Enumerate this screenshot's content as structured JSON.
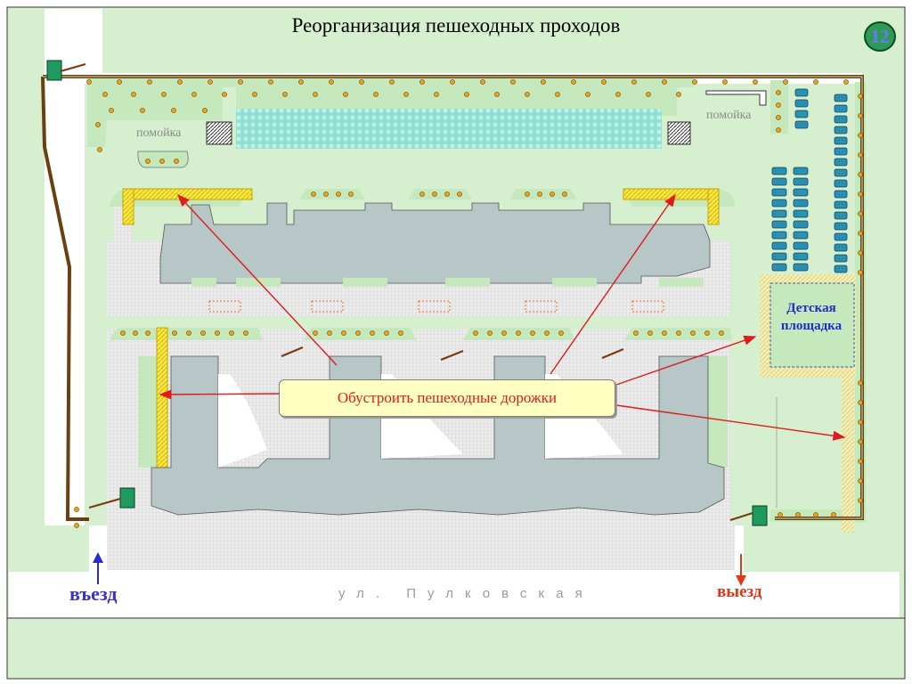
{
  "slide": {
    "title": "Реорганизация пешеходных проходов",
    "page_number": "12"
  },
  "labels": {
    "callout": "Обустроить пешеходные дорожки",
    "playground_line1": "Детская",
    "playground_line2": "площадка",
    "trash_left": "помойка",
    "trash_right": "помойка",
    "street": "ул. Пулковская",
    "entry": "въезд",
    "exit": "выезд"
  },
  "colors": {
    "lawn": "#d6efcf",
    "building": "#b7c6c6",
    "paving": "#e4e4e4",
    "fence": "#6b3f10",
    "tree": "#e8a21f",
    "path_new": "#ffe53c",
    "arrow": "#e01b1b",
    "entry_arrow": "#2a2ad8",
    "exit_arrow": "#e03a10"
  }
}
